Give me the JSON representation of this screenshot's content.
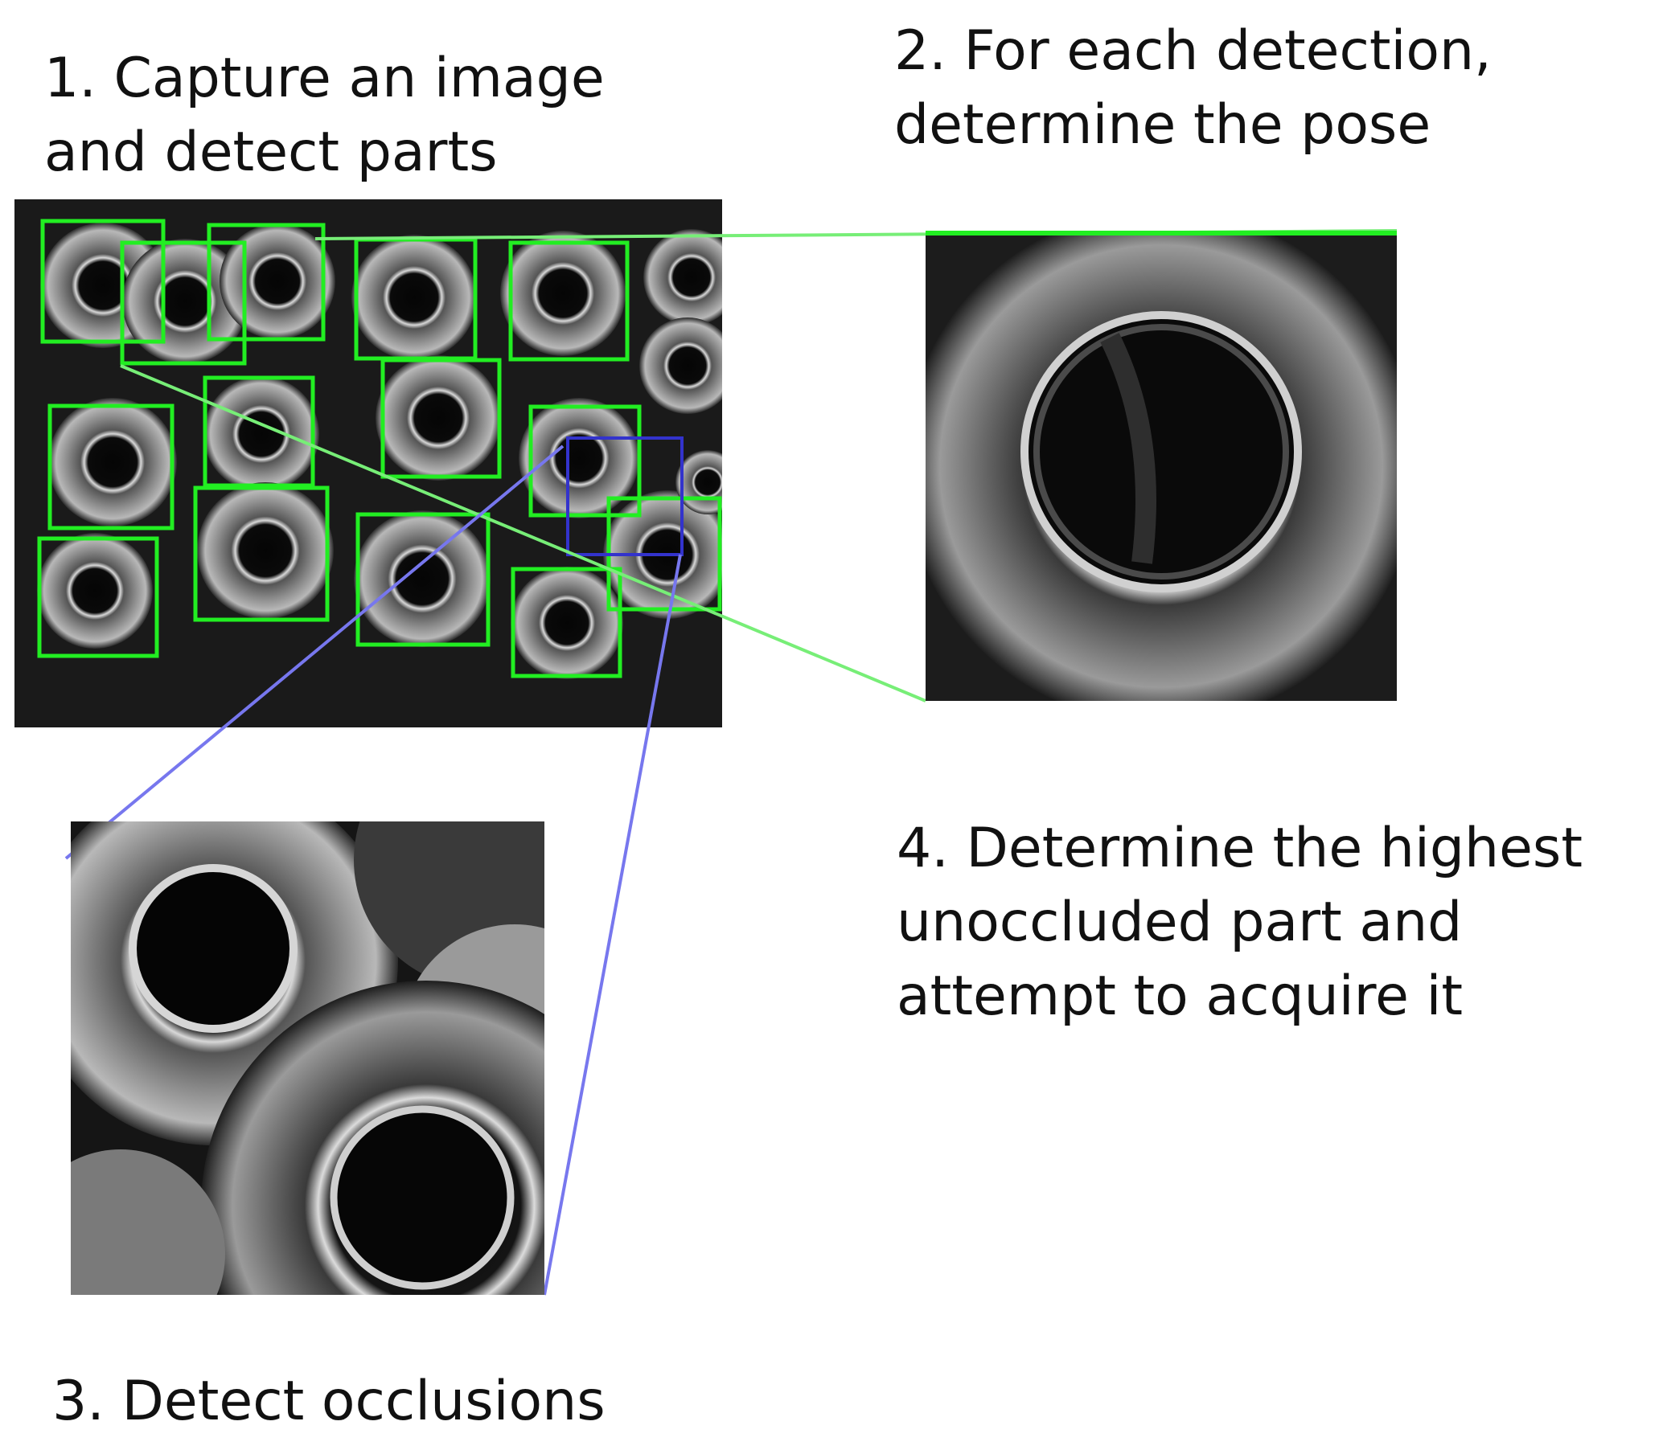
{
  "steps": {
    "step1": "1. Capture an image\nand detect parts",
    "step2": "2. For each detection,\ndetermine the pose",
    "step3": "3. Detect occlusions",
    "step4": "4. Determine the highest\nunoccluded part and\nattempt to acquire it"
  },
  "colors": {
    "detection_box": "#22ee22",
    "zoom_line_green": "#77ee77",
    "occlusion_box": "#3333cc",
    "zoom_line_blue": "#7777ee",
    "background": "#ffffff"
  },
  "images": {
    "overview": "grayscale photo of a bin of metal ring parts",
    "pose_crop": "close-up of single ring part",
    "occlusion_crop": "close-up of overlapping ring parts"
  }
}
